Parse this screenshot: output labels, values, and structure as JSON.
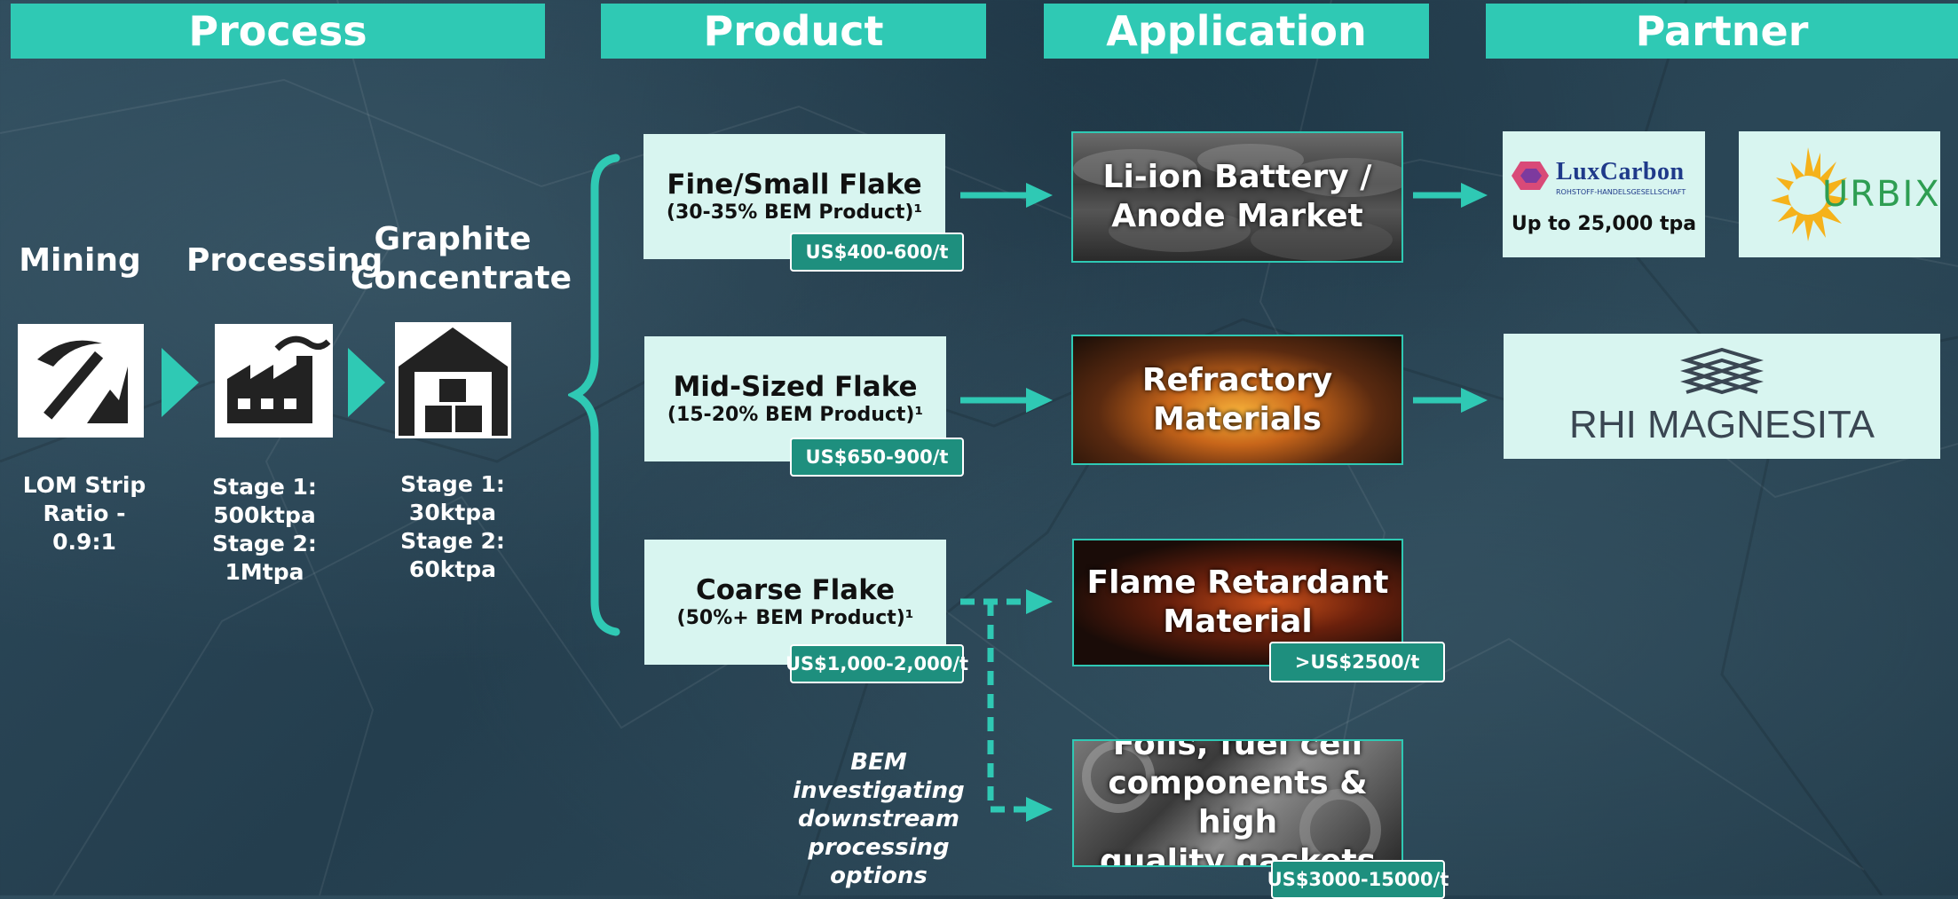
{
  "headers": {
    "process": "Process",
    "product": "Product",
    "application": "Application",
    "partner": "Partner"
  },
  "process": {
    "stages": [
      {
        "title": "Mining",
        "icon": "pickaxe-icon",
        "stat": [
          "LOM Strip",
          "Ratio -",
          "0.9:1"
        ]
      },
      {
        "title": "Processing",
        "icon": "factory-icon",
        "stat": [
          "Stage 1:",
          "500ktpa",
          "Stage 2:",
          "1Mtpa"
        ]
      },
      {
        "title": [
          "Graphite",
          "Concentrate"
        ],
        "icon": "warehouse-icon",
        "stat": [
          "Stage 1: 30ktpa",
          "Stage 2: 60ktpa"
        ]
      }
    ]
  },
  "products": [
    {
      "title": "Fine/Small Flake",
      "sub": "(30-35% BEM Product)¹",
      "price": "US$400-600/t"
    },
    {
      "title": "Mid-Sized Flake",
      "sub": "(15-20% BEM Product)¹",
      "price": "US$650-900/t"
    },
    {
      "title": "Coarse Flake",
      "sub": "(50%+ BEM Product)¹",
      "price": "US$1,000-2,000/t"
    }
  ],
  "applications": [
    {
      "title": [
        "Li-ion Battery /",
        "Anode Market"
      ]
    },
    {
      "title": [
        "Refractory Materials"
      ]
    },
    {
      "title": [
        "Flame Retardant",
        "Material"
      ],
      "price": ">US$2500/t"
    },
    {
      "title": [
        "Foils, fuel cell",
        "components & high",
        "quality gaskets"
      ],
      "price": "US$3000-15000/t"
    }
  ],
  "partners": {
    "luxcarbon": {
      "brand": "LuxCarbon",
      "tagline": "ROHSTOFF-HANDELSGESELLSCHAFT",
      "capacity": "Up to 25,000 tpa"
    },
    "urbix": {
      "brand": "URBIX"
    },
    "rhi": {
      "brand": "RHI MAGNESITA"
    }
  },
  "note": [
    "BEM",
    "investigating",
    "downstream",
    "processing",
    "options"
  ],
  "colors": {
    "teal": "#2fc9b4",
    "price_bg": "#1e8f7e",
    "box_bg": "#d8f5f0",
    "background": "#2b4757"
  }
}
